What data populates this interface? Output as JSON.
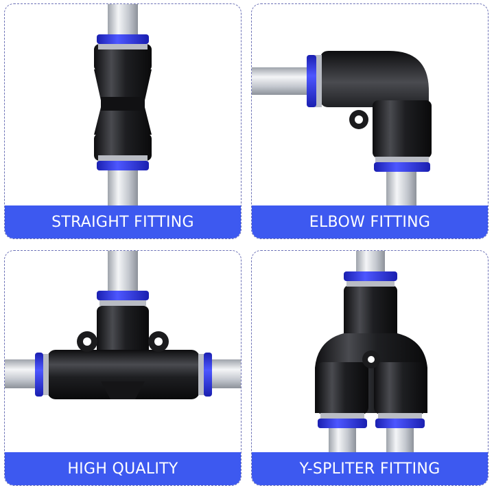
{
  "panels": [
    {
      "label": "STRAIGHT FITTING",
      "icon": "straight-fitting-icon"
    },
    {
      "label": "ELBOW FITTING",
      "icon": "elbow-fitting-icon"
    },
    {
      "label": "HIGH QUALITY",
      "icon": "tee-fitting-icon"
    },
    {
      "label": "Y-SPLITER FITTING",
      "icon": "y-splitter-fitting-icon"
    }
  ],
  "colors": {
    "band": "#3d59f0",
    "collet_blue": "#2e36e8",
    "fitting_body": "#1c1c1e",
    "tube": "#c9ccd2",
    "border": "#6a6fb5"
  }
}
